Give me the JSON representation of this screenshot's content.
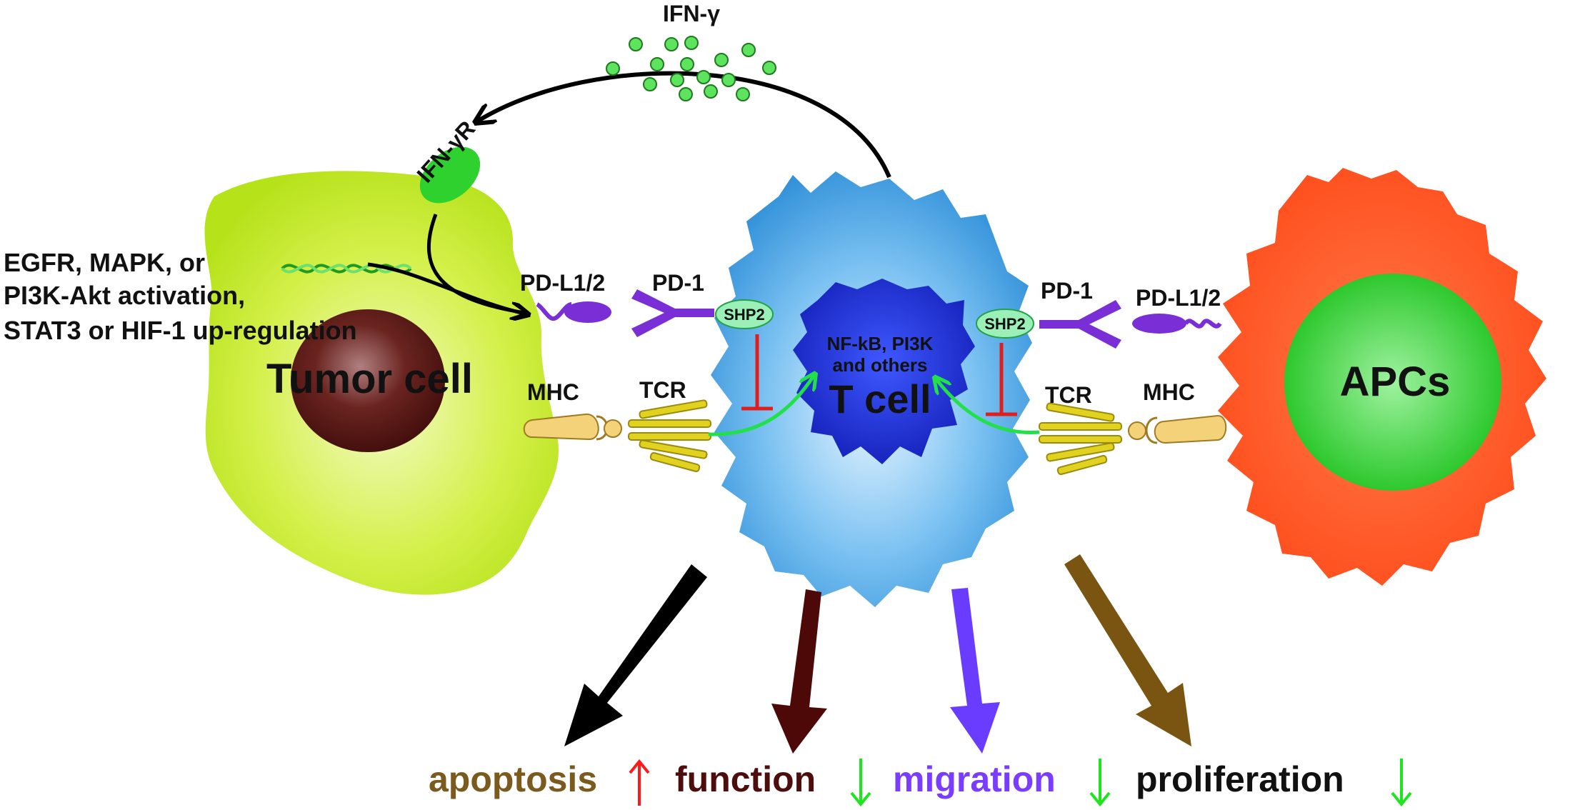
{
  "labels": {
    "ifn_gamma": "IFN-γ",
    "ifn_gamma_r": "IFN-γR",
    "tumor_signals": [
      "EGFR, MAPK, or",
      "PI3K-Akt activation,",
      "STAT3 or HIF-1 up-regulation"
    ],
    "tumor_cell": "Tumor cell",
    "pdl_left": "PD-L1/2",
    "pd1_left": "PD-1",
    "shp2_left": "SHP2",
    "mhc_left": "MHC",
    "tcr_left": "TCR",
    "nucleus_text": [
      "NF-kB, PI3K",
      "and others"
    ],
    "t_cell": "T cell",
    "shp2_right": "SHP2",
    "pd1_right": "PD-1",
    "pdl_right": "PD-L1/2",
    "tcr_right": "TCR",
    "mhc_right": "MHC",
    "apcs": "APCs"
  },
  "outcomes": [
    {
      "label": "apoptosis",
      "arrow": "up",
      "color": "#7b5a1e",
      "indicator_color": "#ff1a1a"
    },
    {
      "label": "function",
      "arrow": "down",
      "color": "#4d0d0d",
      "indicator_color": "#1ee61e"
    },
    {
      "label": "migration",
      "arrow": "down",
      "color": "#7a3cff",
      "indicator_color": "#1ee61e"
    },
    {
      "label": "proliferation",
      "arrow": "down",
      "color": "#111111",
      "indicator_color": "#1ee61e"
    }
  ],
  "colors": {
    "tumor_cell": "#c6ea3a",
    "tumor_nucleus": "#5a1a16",
    "t_cell": "#4aa6e8",
    "t_nucleus": "#1f2bd6",
    "apc": "#ff5a28",
    "apc_nucleus": "#2ed12e",
    "pd_molecule": "#7a2fd6",
    "shp2": "#9af0b6",
    "tcr": "#e0d21e",
    "mhc": "#f4d27a",
    "ifn_dots": "#5de35d",
    "inhibit": "#e01e1e",
    "activate": "#22e04a",
    "arrow_apoptosis": "#000000",
    "arrow_function": "#4d0808",
    "arrow_migration": "#6a3cff",
    "arrow_proliferation": "#7a5512"
  }
}
